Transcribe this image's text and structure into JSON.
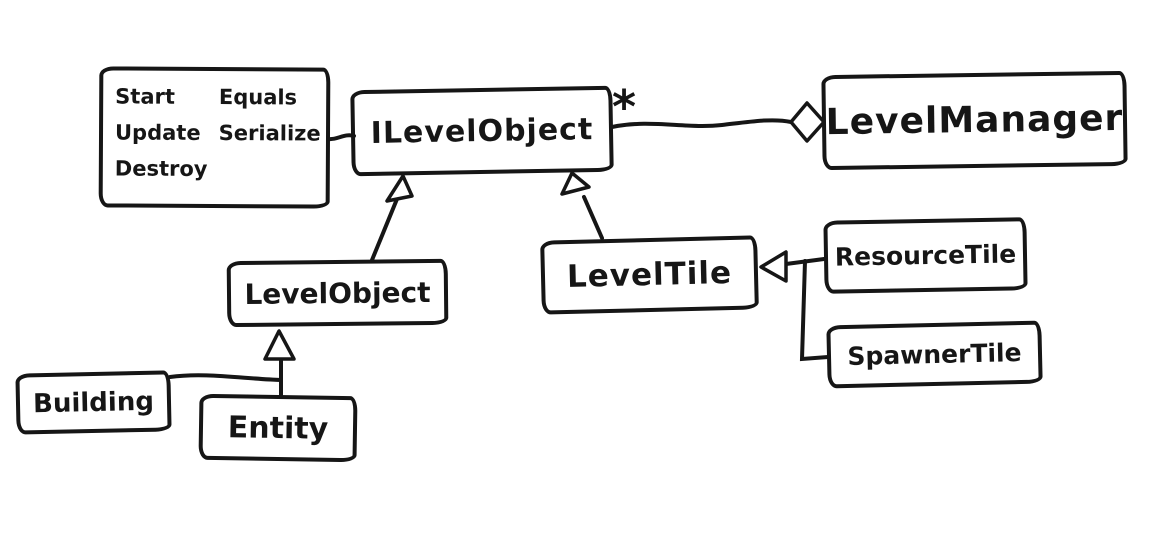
{
  "diagram": {
    "background_color": "#ffffff",
    "ink_color": "#161616",
    "nodes": {
      "interface_methods": {
        "items": [
          "Start",
          "Equals",
          "Update",
          "Serialize",
          "Destroy"
        ]
      },
      "ilevelobject": {
        "label": "ILevelObject"
      },
      "levelmanager": {
        "label": "LevelManager"
      },
      "levelobject": {
        "label": "LevelObject"
      },
      "leveltile": {
        "label": "LevelTile"
      },
      "resourcetile": {
        "label": "ResourceTile"
      },
      "spawnertile": {
        "label": "SpawnerTile"
      },
      "building": {
        "label": "Building"
      },
      "entity": {
        "label": "Entity"
      }
    },
    "edges": {
      "aggregation_multiplicity": "*",
      "relations": [
        {
          "from": "ILevelObject",
          "to": "LevelManager",
          "type": "aggregation",
          "multiplicity": "*"
        },
        {
          "from": "LevelObject",
          "to": "ILevelObject",
          "type": "inheritance"
        },
        {
          "from": "LevelTile",
          "to": "ILevelObject",
          "type": "inheritance"
        },
        {
          "from": "Entity",
          "to": "LevelObject",
          "type": "inheritance"
        },
        {
          "from": "Building",
          "to": "LevelObject",
          "type": "inheritance"
        },
        {
          "from": "ResourceTile",
          "to": "LevelTile",
          "type": "inheritance"
        },
        {
          "from": "SpawnerTile",
          "to": "LevelTile",
          "type": "inheritance"
        },
        {
          "from": "interface_methods",
          "to": "ILevelObject",
          "type": "note-attachment"
        }
      ]
    }
  }
}
